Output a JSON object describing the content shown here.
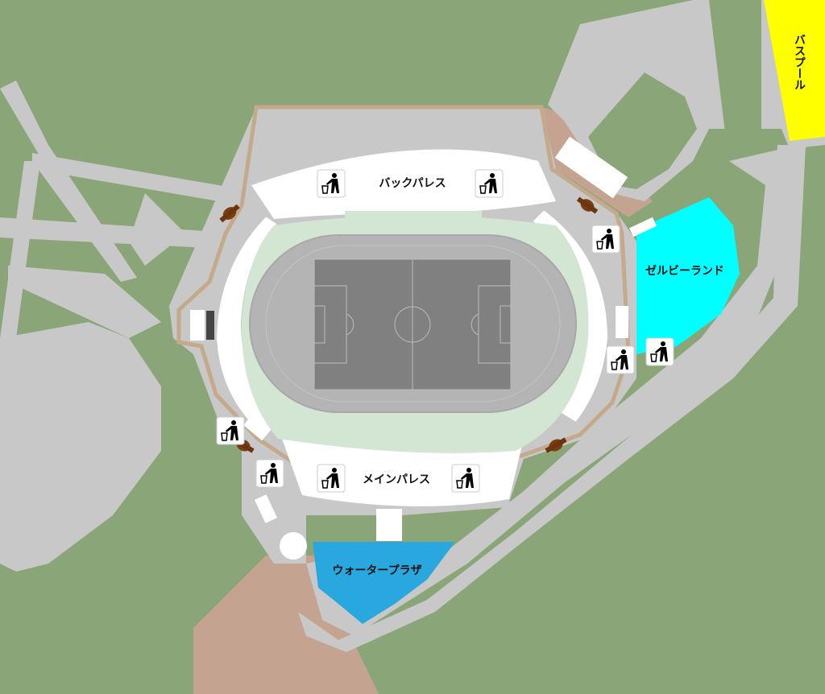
{
  "map": {
    "areas": {
      "back_stand": "バックパレス",
      "main_stand": "メインパレス",
      "zelby_land": "ゼルビーランド",
      "water_plaza": "ウォータープラザ",
      "bus_pool": "バスプール"
    },
    "icons": [
      "trash-bin-icon",
      "entry-gate-icon"
    ],
    "colors": {
      "grass": "#8aa679",
      "road": "#c8c8c8",
      "dirt": "#c4a491",
      "zelby_land": "#00ffff",
      "water_plaza": "#29a8e0",
      "bus_pool": "#ffff00",
      "pitch": "#808080",
      "track": "#b4b4b4"
    }
  }
}
